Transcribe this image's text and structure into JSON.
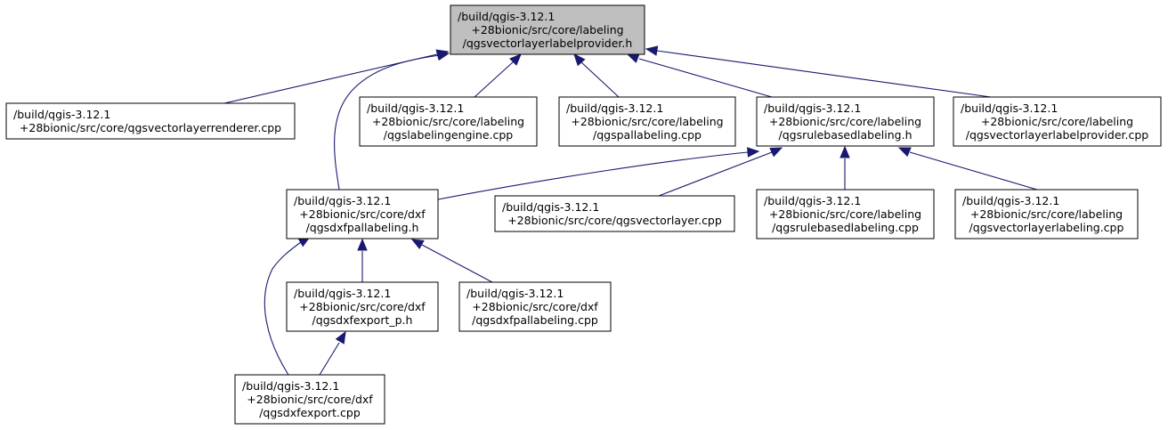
{
  "colors": {
    "root_fill": "#bfbfbf",
    "node_fill": "#ffffff",
    "node_border": "#000000",
    "edge": "#191970"
  },
  "nodes": [
    {
      "id": "root",
      "lines": [
        "/build/qgis-3.12.1",
        "+28bionic/src/core/labeling",
        "/qgsvectorlayerlabelprovider.h"
      ]
    },
    {
      "id": "renderer_cpp",
      "lines": [
        "/build/qgis-3.12.1",
        "+28bionic/src/core/qgsvectorlayerrenderer.cpp"
      ]
    },
    {
      "id": "labelingengine_cpp",
      "lines": [
        "/build/qgis-3.12.1",
        "+28bionic/src/core/labeling",
        "/qgslabelingengine.cpp"
      ]
    },
    {
      "id": "pallabeling_cpp",
      "lines": [
        "/build/qgis-3.12.1",
        "+28bionic/src/core/labeling",
        "/qgspallabeling.cpp"
      ]
    },
    {
      "id": "rulebased_h",
      "lines": [
        "/build/qgis-3.12.1",
        "+28bionic/src/core/labeling",
        "/qgsrulebasedlabeling.h"
      ]
    },
    {
      "id": "labelprovider_cpp",
      "lines": [
        "/build/qgis-3.12.1",
        "+28bionic/src/core/labeling",
        "/qgsvectorlayerlabelprovider.cpp"
      ]
    },
    {
      "id": "dxfpallabeling_h",
      "lines": [
        "/build/qgis-3.12.1",
        "+28bionic/src/core/dxf",
        "/qgsdxfpallabeling.h"
      ]
    },
    {
      "id": "vectorlayer_cpp",
      "lines": [
        "/build/qgis-3.12.1",
        "+28bionic/src/core/qgsvectorlayer.cpp"
      ]
    },
    {
      "id": "rulebased_cpp",
      "lines": [
        "/build/qgis-3.12.1",
        "+28bionic/src/core/labeling",
        "/qgsrulebasedlabeling.cpp"
      ]
    },
    {
      "id": "vectorlayerlabeling_cpp",
      "lines": [
        "/build/qgis-3.12.1",
        "+28bionic/src/core/labeling",
        "/qgsvectorlayerlabeling.cpp"
      ]
    },
    {
      "id": "dxfexport_p_h",
      "lines": [
        "/build/qgis-3.12.1",
        "+28bionic/src/core/dxf",
        "/qgsdxfexport_p.h"
      ]
    },
    {
      "id": "dxfpallabeling_cpp",
      "lines": [
        "/build/qgis-3.12.1",
        "+28bionic/src/core/dxf",
        "/qgsdxfpallabeling.cpp"
      ]
    },
    {
      "id": "dxfexport_cpp",
      "lines": [
        "/build/qgis-3.12.1",
        "+28bionic/src/core/dxf",
        "/qgsdxfexport.cpp"
      ]
    }
  ],
  "edges": [
    {
      "from": "renderer_cpp",
      "to": "root"
    },
    {
      "from": "labelingengine_cpp",
      "to": "root"
    },
    {
      "from": "pallabeling_cpp",
      "to": "root"
    },
    {
      "from": "rulebased_h",
      "to": "root"
    },
    {
      "from": "labelprovider_cpp",
      "to": "root"
    },
    {
      "from": "dxfpallabeling_h",
      "to": "root"
    },
    {
      "from": "dxfpallabeling_h",
      "to": "rulebased_h"
    },
    {
      "from": "vectorlayer_cpp",
      "to": "rulebased_h"
    },
    {
      "from": "rulebased_cpp",
      "to": "rulebased_h"
    },
    {
      "from": "vectorlayerlabeling_cpp",
      "to": "rulebased_h"
    },
    {
      "from": "dxfexport_p_h",
      "to": "dxfpallabeling_h"
    },
    {
      "from": "dxfpallabeling_cpp",
      "to": "dxfpallabeling_h"
    },
    {
      "from": "dxfexport_cpp",
      "to": "dxfpallabeling_h"
    },
    {
      "from": "dxfexport_cpp",
      "to": "dxfexport_p_h"
    }
  ]
}
